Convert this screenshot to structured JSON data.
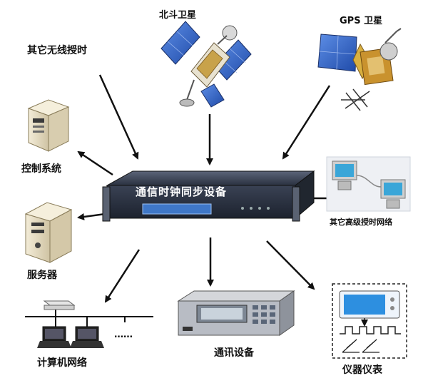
{
  "labels": {
    "beidou": "北斗卫星",
    "gps": "GPS 卫星",
    "other_wireless": "其它无线授时",
    "control_system": "控制系统",
    "server": "服务器",
    "central_device": "通信时钟同步设备",
    "other_network": "其它高级授时网络",
    "computer_network": "计算机网络",
    "comm_device": "通讯设备",
    "instrument": "仪器仪表"
  },
  "network_ellipsis": "……",
  "colors": {
    "arrow": "#111111",
    "device_body": "#2a3140",
    "device_screen": "#3f77c7",
    "solar_panel": "#2f5fc0",
    "beige_case": "#e6dcc2"
  }
}
